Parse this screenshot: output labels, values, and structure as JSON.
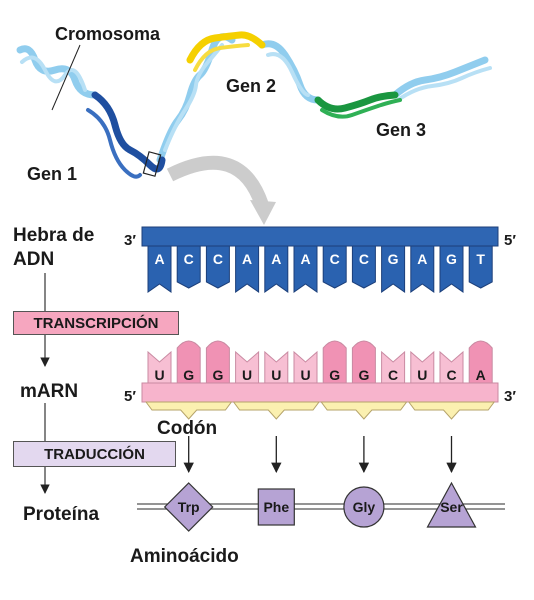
{
  "labels": {
    "chromosome": "Cromosoma",
    "gene1": "Gen 1",
    "gene2": "Gen 2",
    "gene3": "Gen 3",
    "dna_strand_line1": "Hebra de",
    "dna_strand_line2": "ADN",
    "transcription": "TRANSCRIPCIÓN",
    "mrna": "mARN",
    "codon": "Codón",
    "translation": "TRADUCCIÓN",
    "protein": "Proteína",
    "amino_acid": "Aminoácido",
    "dna_left_end": "3′",
    "dna_right_end": "5′",
    "mrna_left_end": "5′",
    "mrna_right_end": "3′"
  },
  "dna_bases": [
    "A",
    "C",
    "C",
    "A",
    "A",
    "A",
    "C",
    "C",
    "G",
    "A",
    "G",
    "T"
  ],
  "mrna_bases": [
    "U",
    "G",
    "G",
    "U",
    "U",
    "U",
    "G",
    "G",
    "C",
    "U",
    "C",
    "A"
  ],
  "amino_acids": [
    {
      "name": "Trp",
      "shape": "diamond"
    },
    {
      "name": "Phe",
      "shape": "square"
    },
    {
      "name": "Gly",
      "shape": "circle"
    },
    {
      "name": "Ser",
      "shape": "triangle"
    }
  ],
  "colors": {
    "dna_strand": "#2f66b3",
    "dna_base": "#2a62b0",
    "mrna_strand": "#f7b4cc",
    "mrna_tall": "#f092b4",
    "mrna_short": "#f7bfd3",
    "codon_bracket": "#fbf0b0",
    "amino_acid_fill": "#b6a3d4",
    "transcription_box": "#f6a6bf",
    "translation_box": "#e3d8ef",
    "gene1": "#1f4fa0",
    "gene2": "#f5d000",
    "gene3": "#1a9640",
    "chromosome_light": "#90cdee",
    "arrow_gray": "#cccccc"
  }
}
